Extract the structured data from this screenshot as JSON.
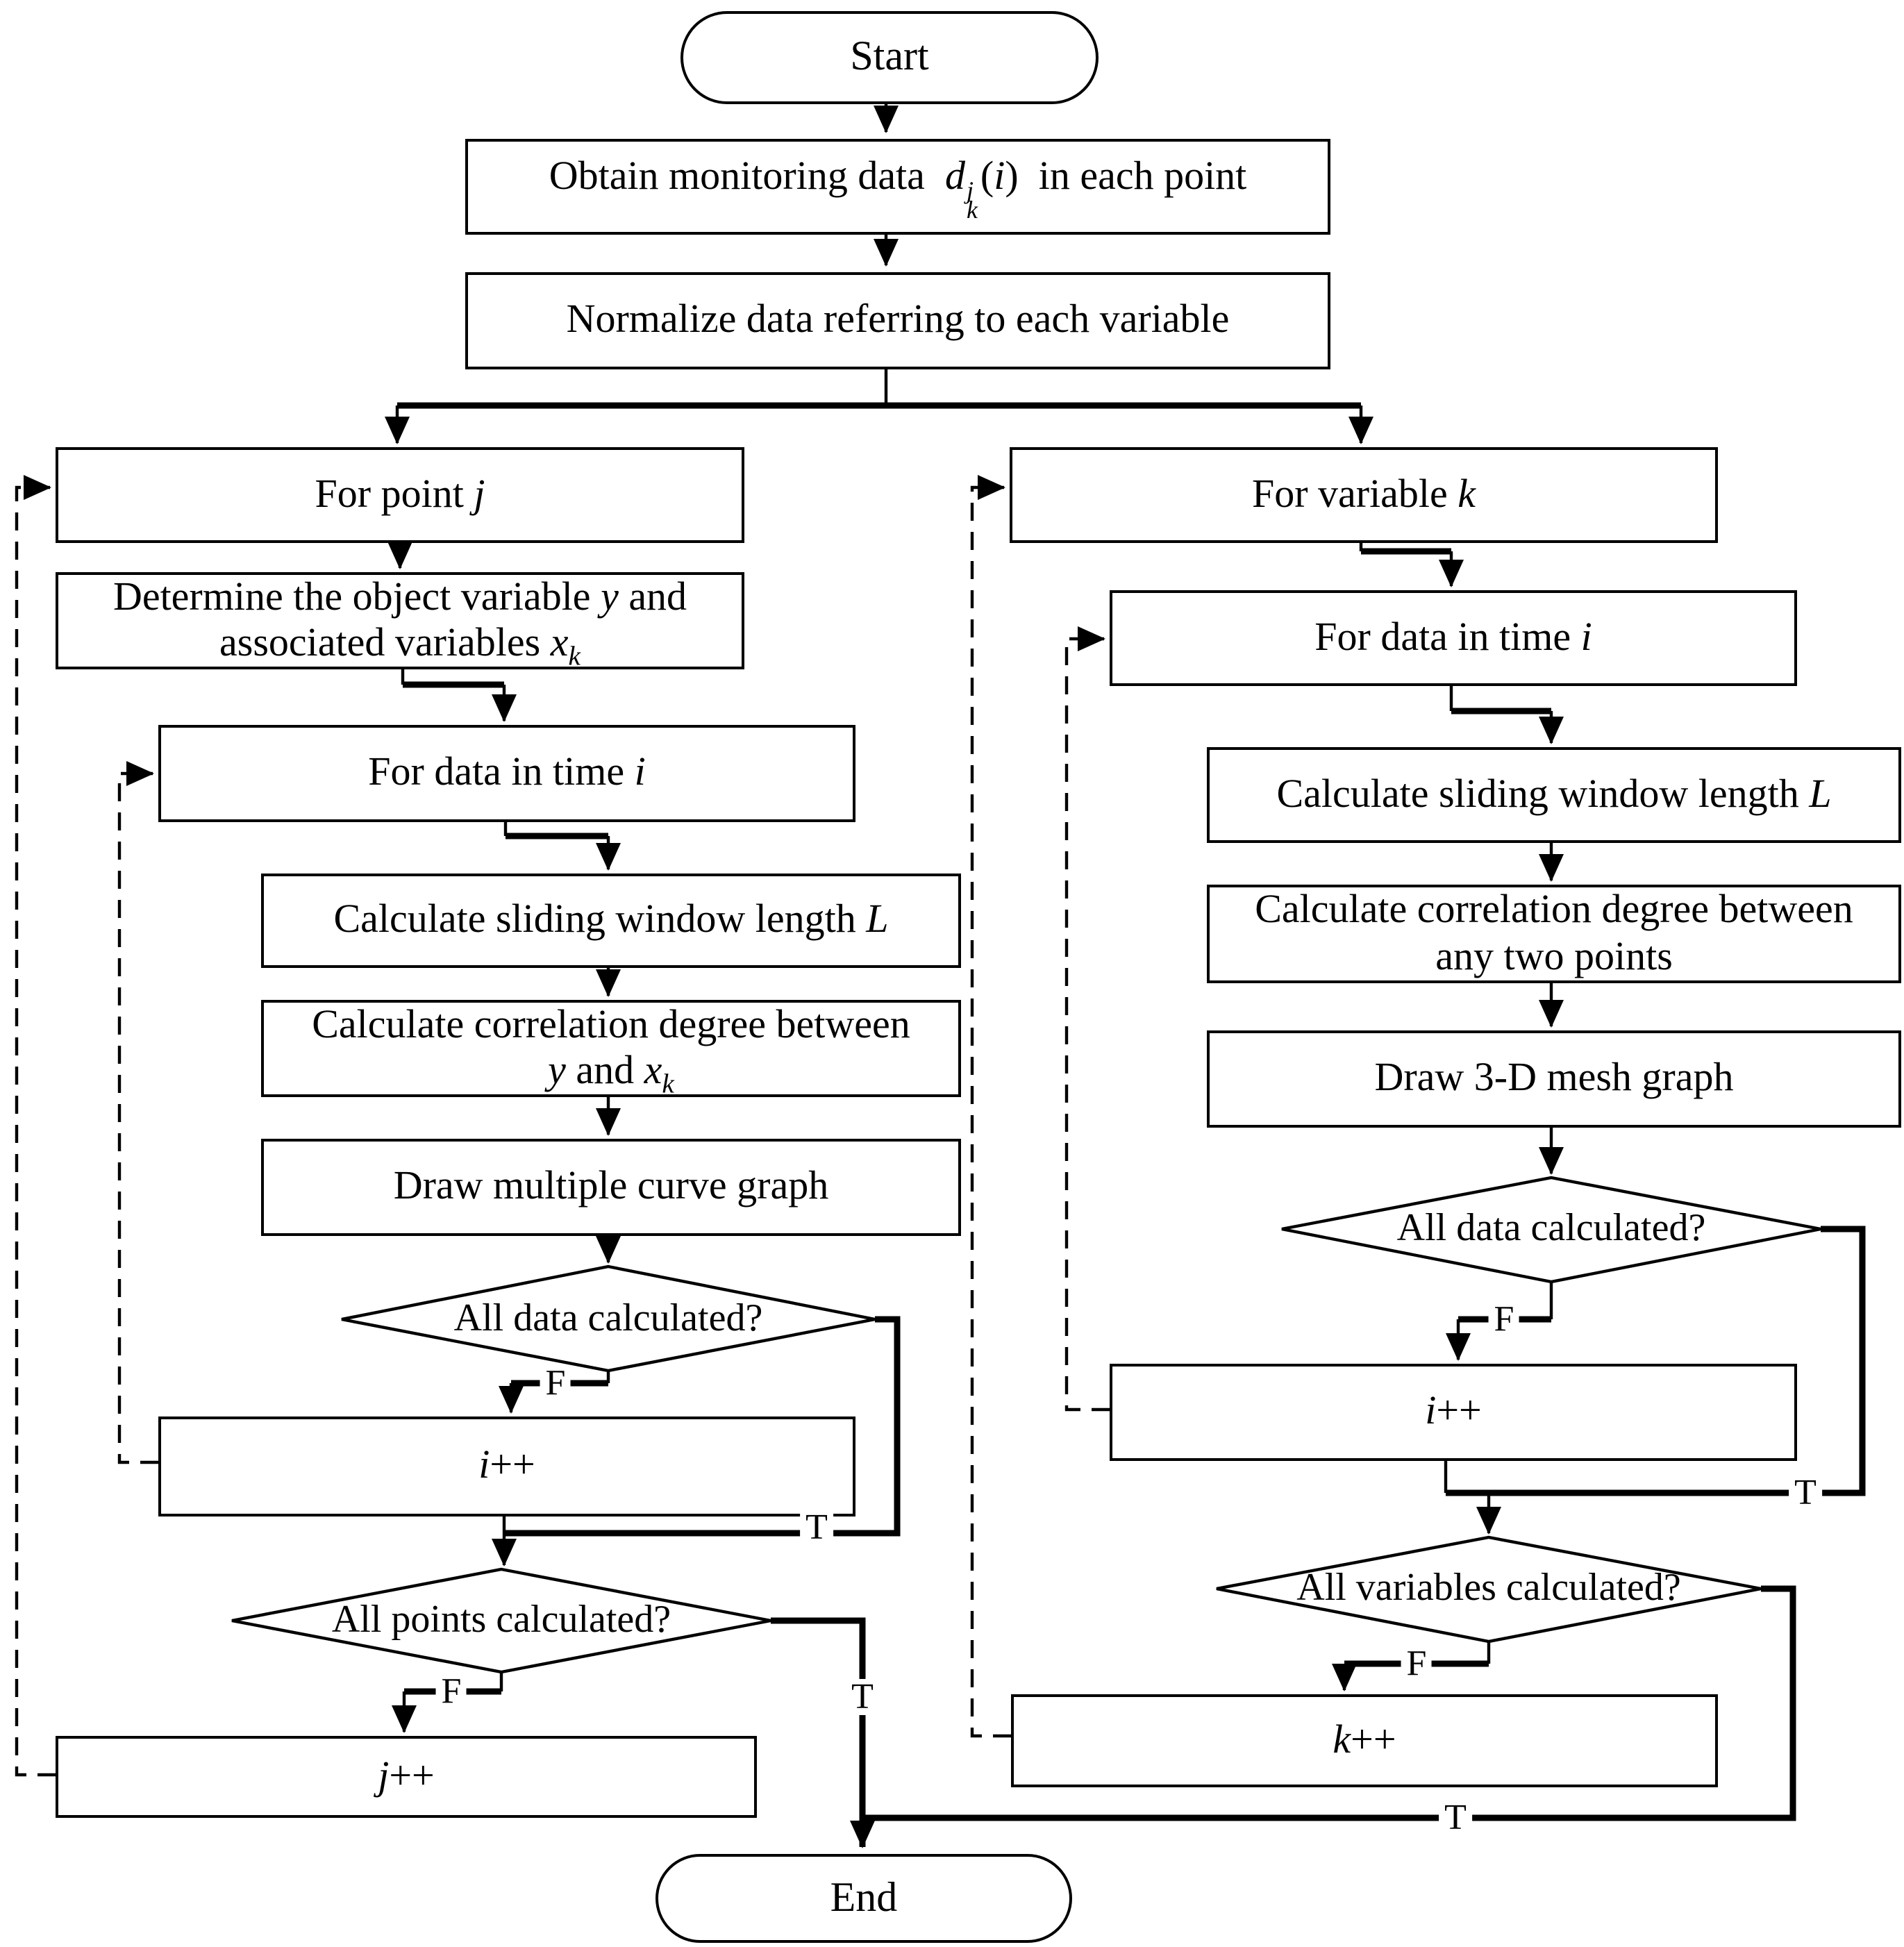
{
  "flowchart": {
    "nodes": {
      "start": {
        "segments": [
          {
            "text": "Start"
          }
        ]
      },
      "obtain": {
        "segments": [
          {
            "text": "Obtain monitoring data "
          },
          {
            "text": "d",
            "italic": true
          },
          {
            "supsub": {
              "sup": "j",
              "sub": "k"
            }
          },
          {
            "text": "("
          },
          {
            "text": "i",
            "italic": true
          },
          {
            "text": ")"
          },
          {
            "text": " in each point"
          }
        ]
      },
      "normalize": {
        "segments": [
          {
            "text": "Normalize data referring to each variable"
          }
        ]
      },
      "for_point_j": {
        "segments": [
          {
            "text": "For point "
          },
          {
            "text": "j",
            "italic": true
          }
        ]
      },
      "determine": {
        "segments": [
          {
            "text": "Determine the object variable "
          },
          {
            "text": "y",
            "italic": true
          },
          {
            "text": " and"
          },
          {
            "br": true
          },
          {
            "text": "associated variables "
          },
          {
            "text": "x",
            "italic": true
          },
          {
            "sub": "k"
          }
        ]
      },
      "for_data_i_left": {
        "segments": [
          {
            "text": "For data in time "
          },
          {
            "text": "i",
            "italic": true
          }
        ]
      },
      "calc_window_left": {
        "segments": [
          {
            "text": "Calculate sliding window length "
          },
          {
            "text": "L",
            "italic": true
          }
        ]
      },
      "calc_corr_left": {
        "segments": [
          {
            "text": "Calculate correlation degree between"
          },
          {
            "br": true
          },
          {
            "text": "y",
            "italic": true
          },
          {
            "text": " and "
          },
          {
            "text": "x",
            "italic": true
          },
          {
            "sub": "k"
          }
        ]
      },
      "draw_multi": {
        "segments": [
          {
            "text": "Draw multiple curve graph"
          }
        ]
      },
      "all_data_left": {
        "segments": [
          {
            "text": "All data calculated?"
          }
        ]
      },
      "i_pp_left": {
        "segments": [
          {
            "text": "i",
            "italic": true
          },
          {
            "text": "++"
          }
        ]
      },
      "all_points": {
        "segments": [
          {
            "text": "All points calculated?"
          }
        ]
      },
      "j_pp": {
        "segments": [
          {
            "text": "j",
            "italic": true
          },
          {
            "text": "++"
          }
        ]
      },
      "for_var_k": {
        "segments": [
          {
            "text": "For variable "
          },
          {
            "text": "k",
            "italic": true
          }
        ]
      },
      "for_data_i_right": {
        "segments": [
          {
            "text": "For data in time "
          },
          {
            "text": "i",
            "italic": true
          }
        ]
      },
      "calc_window_right": {
        "segments": [
          {
            "text": "Calculate sliding window length "
          },
          {
            "text": "L",
            "italic": true
          }
        ]
      },
      "calc_corr_right": {
        "segments": [
          {
            "text": "Calculate correlation degree between"
          },
          {
            "br": true
          },
          {
            "text": "any two points"
          }
        ]
      },
      "draw_3d": {
        "segments": [
          {
            "text": "Draw 3-D mesh graph"
          }
        ]
      },
      "all_data_right": {
        "segments": [
          {
            "text": "All data calculated?"
          }
        ]
      },
      "i_pp_right": {
        "segments": [
          {
            "text": "i",
            "italic": true
          },
          {
            "text": "++"
          }
        ]
      },
      "all_vars": {
        "segments": [
          {
            "text": "All variables calculated?"
          }
        ]
      },
      "k_pp": {
        "segments": [
          {
            "text": "k",
            "italic": true
          },
          {
            "text": "++"
          }
        ]
      },
      "end": {
        "segments": [
          {
            "text": "End"
          }
        ]
      }
    },
    "decision_labels": {
      "F": "F",
      "T": "T"
    }
  }
}
